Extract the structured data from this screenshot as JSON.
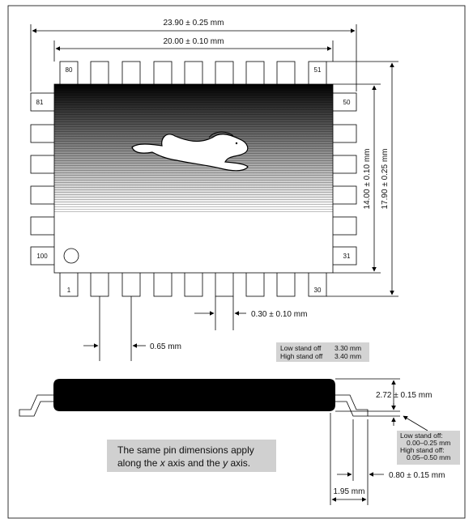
{
  "top_view": {
    "dims": {
      "overall_width": "23.90 ± 0.25 mm",
      "body_width": "20.00 ± 0.10 mm",
      "body_height": "14.00 ± 0.10 mm",
      "overall_height": "17.90 ± 0.25 mm",
      "pin_width": "0.30 ± 0.10 mm",
      "pin_pitch": "0.65 mm"
    },
    "pin_labels": {
      "top_left": "80",
      "top_right": "51",
      "left_top": "81",
      "right_top": "50",
      "left_bottom": "100",
      "right_bottom": "31",
      "bottom_left": "1",
      "bottom_right": "30"
    },
    "standoff_box": {
      "low_label": "Low stand off",
      "low_value": "3.30 mm",
      "high_label": "High stand off",
      "high_value": "3.40 mm"
    }
  },
  "side_view": {
    "dims": {
      "thickness": "2.72 ± 0.15 mm",
      "lead_length": "1.95 mm",
      "foot_length": "0.80 ± 0.15 mm"
    },
    "standoff_note": {
      "low_title": "Low stand off:",
      "low_range": "0.00–0.25 mm",
      "high_title": "High stand off:",
      "high_range": "0.05–0.50 mm"
    }
  },
  "note": {
    "line1": "The same pin dimensions apply",
    "line2_pre": "along the ",
    "line2_x": "x",
    "line2_mid": " axis and the ",
    "line2_y": "y",
    "line2_post": " axis."
  },
  "colors": {
    "body": "#000000",
    "note_bg": "#d0d0d0",
    "standoff_bg": "#d3d3d3"
  }
}
